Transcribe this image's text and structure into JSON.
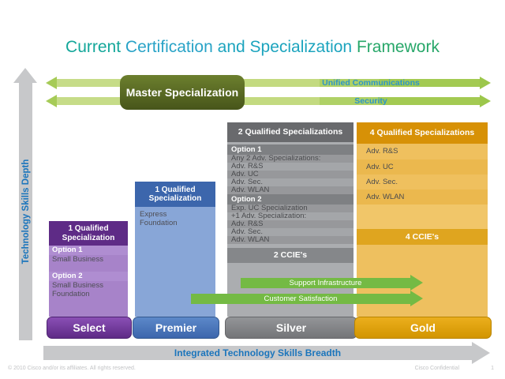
{
  "title": {
    "segments": [
      {
        "text": "Current",
        "color": "#14A79A"
      },
      {
        "text": "Certification",
        "color": "#29A3C7"
      },
      {
        "text": "and Specialization",
        "color": "#1CA4BE"
      },
      {
        "text": "Framework",
        "color": "#27A769"
      }
    ]
  },
  "top_arrows": {
    "arrow1_label": "Unified Communications",
    "arrow2_label": "Security",
    "label_color": "#2E96C6",
    "arrow_greens": [
      "#D8E7AA",
      "#C6DC88",
      "#AFD166",
      "#9CC74B"
    ]
  },
  "master_box": {
    "label": "Master Specialization",
    "bg": "#5A6B24"
  },
  "axes": {
    "vertical": "Technology Skills Depth",
    "horizontal": "Integrated Technology Skills Breadth",
    "text_color": "#1B75BC",
    "arrow_color": "#C7C8CA"
  },
  "flow_arrows": [
    {
      "label": "Support Infrastructure"
    },
    {
      "label": "Customer Satisfaction"
    }
  ],
  "flow_arrow_color": "#74BA44",
  "columns": {
    "select": {
      "header": "1 Qualified Specialization",
      "option1_label": "Option 1",
      "option1_line": "Small Business",
      "option2_label": "Option 2",
      "option2_line1": "Small Business",
      "option2_line2": "Foundation",
      "bar": "Select",
      "accent": "#5E2B86"
    },
    "premier": {
      "header": "1 Qualified Specialization",
      "line1": "Express",
      "line2": "Foundation",
      "bar": "Premier",
      "accent": "#3C66AC"
    },
    "silver": {
      "header": "2 Qualified Specializations",
      "option1_label": "Option 1",
      "option1_items": [
        "Any 2 Adv. Specializations:",
        "Adv. R&S",
        "Adv. UC",
        "Adv. Sec.",
        "Adv. WLAN"
      ],
      "option2_label": "Option 2",
      "option2_items": [
        "Exp. UC Specialization",
        "+1 Adv. Specialization:",
        "Adv. R&S",
        "Adv. Sec.",
        "Adv. WLAN"
      ],
      "ccie": "2 CCIE's",
      "bar": "Silver",
      "accent": "#696A6D"
    },
    "gold": {
      "header": "4 Qualified Specializations",
      "items": [
        "Adv. R&S",
        "Adv. UC",
        "Adv. Sec.",
        "Adv. WLAN"
      ],
      "ccie": "4 CCIE's",
      "bar": "Gold",
      "accent": "#D79106"
    }
  },
  "footer": {
    "copyright": "© 2010 Cisco and/or its affiliates. All rights reserved.",
    "confidential": "Cisco Confidential",
    "page": "1"
  }
}
